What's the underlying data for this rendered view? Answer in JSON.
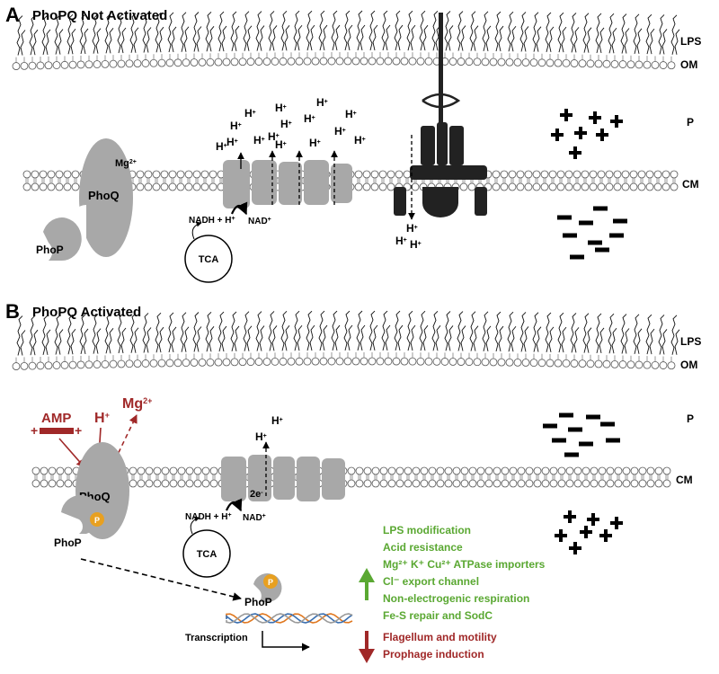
{
  "panel_a": {
    "letter": "A",
    "title": "PhoPQ Not Activated",
    "layers": {
      "lps": "LPS",
      "om": "OM",
      "periplasm": "P",
      "cm": "CM"
    },
    "phoq": "PhoQ",
    "phop": "PhoP",
    "mg": "Mg",
    "mg_sup": "2+",
    "tca": "TCA",
    "nadh": "NADH + H",
    "nadh_sup": "+",
    "nad": "NAD",
    "nad_sup": "+",
    "proton": "H",
    "proton_sup": "+"
  },
  "panel_b": {
    "letter": "B",
    "title": "PhoPQ Activated",
    "layers": {
      "lps": "LPS",
      "om": "OM",
      "periplasm": "P",
      "cm": "CM"
    },
    "amp": "AMP",
    "h_signal": "H",
    "h_signal_sup": "+",
    "mg_release": "Mg",
    "mg_release_sup": "2+",
    "phoq": "PhoQ",
    "phop": "PhoP",
    "phosphate": "P",
    "electrons": "2e",
    "electrons_sup": "-",
    "tca": "TCA",
    "nadh": "NADH + H",
    "nadh_sup": "+",
    "nad": "NAD",
    "nad_sup": "+",
    "proton": "H",
    "proton_sup": "+",
    "transcription": "Transcription",
    "upregulated": {
      "color": "#5aa832",
      "lines": [
        "LPS modification",
        "Acid resistance",
        "Mg²⁺ K⁺ Cu²⁺ ATPase importers",
        "Cl⁻ export channel",
        "Non-electrogenic respiration",
        "Fe-S repair and SodC"
      ]
    },
    "downregulated": {
      "color": "#a02828",
      "lines": [
        "Flagellum and motility",
        "Prophage induction"
      ]
    }
  },
  "colors": {
    "signal_red": "#a02828",
    "protein_gray": "#a8a8a8",
    "phospho_orange": "#e8a020"
  },
  "icons": [
    "up-arrow-icon",
    "down-arrow-icon",
    "plus-charge-icon",
    "minus-charge-icon",
    "flagellar-motor-icon",
    "dna-helix-icon"
  ]
}
